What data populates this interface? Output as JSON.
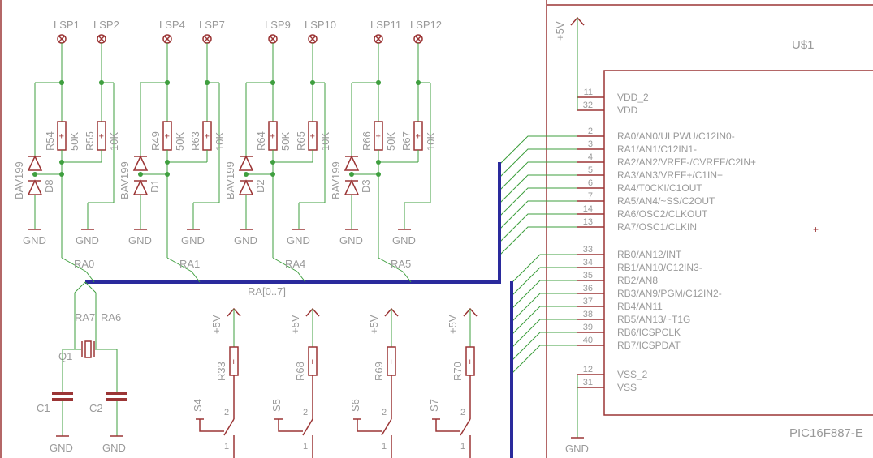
{
  "chip": {
    "name": "U$1",
    "part": "PIC16F887-E",
    "supply_pins": [
      {
        "num": "11",
        "name": "VDD_2"
      },
      {
        "num": "32",
        "name": "VDD"
      }
    ],
    "port_a": [
      {
        "num": "2",
        "name": "RA0/AN0/ULPWU/C12IN0-"
      },
      {
        "num": "3",
        "name": "RA1/AN1/C12IN1-"
      },
      {
        "num": "4",
        "name": "RA2/AN2/VREF-/CVREF/C2IN+"
      },
      {
        "num": "5",
        "name": "RA3/AN3/VREF+/C1IN+"
      },
      {
        "num": "6",
        "name": "RA4/T0CKI/C1OUT"
      },
      {
        "num": "7",
        "name": "RA5/AN4/~SS/C2OUT"
      },
      {
        "num": "14",
        "name": "RA6/OSC2/CLKOUT"
      },
      {
        "num": "13",
        "name": "RA7/OSC1/CLKIN"
      }
    ],
    "port_b": [
      {
        "num": "33",
        "name": "RB0/AN12/INT"
      },
      {
        "num": "34",
        "name": "RB1/AN10/C12IN3-"
      },
      {
        "num": "35",
        "name": "RB2/AN8"
      },
      {
        "num": "36",
        "name": "RB3/AN9/PGM/C12IN2-"
      },
      {
        "num": "37",
        "name": "RB4/AN11"
      },
      {
        "num": "38",
        "name": "RB5/AN13/~T1G"
      },
      {
        "num": "39",
        "name": "RB6/ICSPCLK"
      },
      {
        "num": "40",
        "name": "RB7/ICSPDAT"
      }
    ],
    "ground_pins": [
      {
        "num": "12",
        "name": "VSS_2"
      },
      {
        "num": "31",
        "name": "VSS"
      }
    ]
  },
  "led_groups": [
    {
      "lsp_a": "LSP1",
      "lsp_b": "LSP2",
      "r_a": "R54",
      "r_a_val": "50K",
      "r_b": "R55",
      "r_b_val": "10K",
      "diode": "D8",
      "diode_type": "BAV199",
      "net": "RA0"
    },
    {
      "lsp_a": "LSP4",
      "lsp_b": "LSP7",
      "r_a": "R49",
      "r_a_val": "50K",
      "r_b": "R63",
      "r_b_val": "10K",
      "diode": "D1",
      "diode_type": "BAV199",
      "net": "RA1"
    },
    {
      "lsp_a": "LSP9",
      "lsp_b": "LSP10",
      "r_a": "R64",
      "r_a_val": "50K",
      "r_b": "R65",
      "r_b_val": "10K",
      "diode": "D2",
      "diode_type": "BAV199",
      "net": "RA4"
    },
    {
      "lsp_a": "LSP11",
      "lsp_b": "LSP12",
      "r_a": "R66",
      "r_a_val": "50K",
      "r_b": "R67",
      "r_b_val": "10K",
      "diode": "D3",
      "diode_type": "BAV199",
      "net": "RA5"
    }
  ],
  "gnd_label": "GND",
  "vcc_label": "+5V",
  "bus_label": "RA[0..7]",
  "crystal": {
    "name": "Q1",
    "net_a": "RA7",
    "net_b": "RA6",
    "cap_a": "C1",
    "cap_b": "C2"
  },
  "switches": [
    {
      "switch": "S4",
      "resistor": "R33"
    },
    {
      "switch": "S5",
      "resistor": "R68"
    },
    {
      "switch": "S6",
      "resistor": "R69"
    },
    {
      "switch": "S7",
      "resistor": "R70"
    }
  ],
  "switch_pins": {
    "top": "2",
    "bottom": "1"
  }
}
